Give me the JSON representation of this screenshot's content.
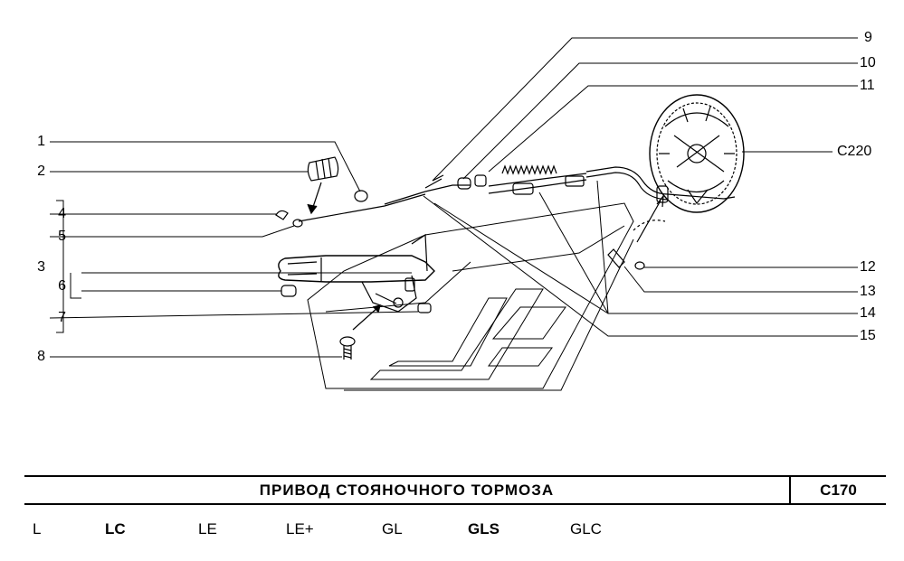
{
  "labels_left": [
    "1",
    "2",
    "3",
    "4",
    "5",
    "6",
    "7",
    "8"
  ],
  "labels_right": [
    "9",
    "10",
    "11",
    "C220",
    "12",
    "13",
    "14",
    "15"
  ],
  "title": "ПРИВОД СТОЯНОЧНОГО ТОРМОЗА",
  "code": "C170",
  "trims": [
    "L",
    "LC",
    "LE",
    "LE+",
    "GL",
    "GLS",
    "GLC"
  ]
}
